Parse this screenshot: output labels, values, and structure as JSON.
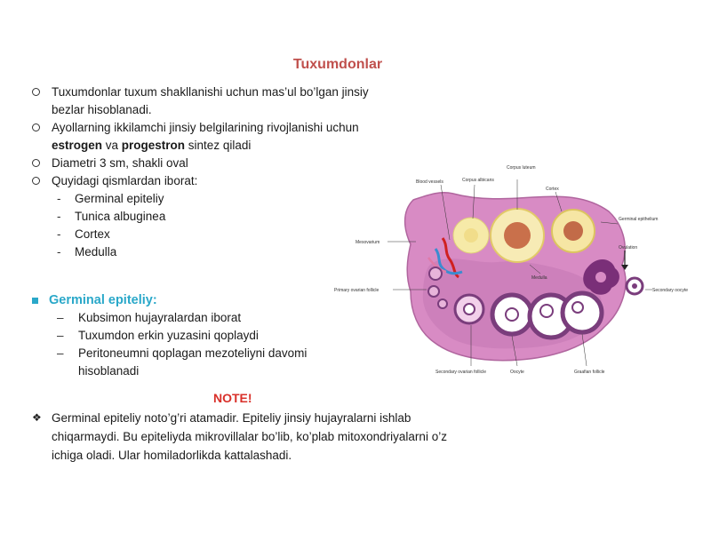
{
  "title": "Tuxumdonlar",
  "bullets": [
    "Tuxumdonlar tuxum shakllanishi uchun mas’ul bo’lgan jinsiy bezlar hisoblanadi.",
    {
      "pre": "Ayollarning ikkilamchi jinsiy belgilarining rivojlanishi uchun ",
      "b1": "estrogen",
      "mid": " va ",
      "b2": "progestron",
      "post": " sintez qiladi"
    },
    "Diametri 3 sm, shakli oval",
    "Quyidagi qismlardan iborat:"
  ],
  "parts": [
    "Germinal epiteliy",
    "Tunica albuginea",
    "Cortex",
    "Medulla"
  ],
  "section": {
    "title": "Germinal epiteliy:",
    "items": [
      "Kubsimon hujayralardan iborat",
      "Tuxumdon erkin yuzasini qoplaydi",
      "Peritoneumni qoplagan mezoteliyni davomi hisoblanadi"
    ]
  },
  "note": {
    "label": "NOTE!",
    "text": "Germinal epiteliy noto’g’ri atamadir. Epiteliy jinsiy hujayralarni ishlab chiqarmaydi. Bu epiteliyda mikrovillalar bo’lib, ko’plab mitoxondriyalarni o’z ichiga oladi. Ular homiladorlikda kattalashadi."
  },
  "diagram_labels": {
    "blood_vessels": "Blood vessels",
    "corpus_albicans": "Corpus albicans",
    "corpus_luteum": "Corpus luteum",
    "cortex": "Cortex",
    "germinal_epithelium": "Germinal epithelium",
    "ovulation": "Ovulation",
    "mesovarium": "Mesovarium",
    "medulla": "Medulla",
    "primary_follicle": "Primary ovarian follicle",
    "secondary_oocyte": "Secondary oocyte",
    "secondary_follicle": "Secondary ovarian follicle",
    "oocyte": "Oocyte",
    "graafian_follicle": "Graafian follicle"
  },
  "colors": {
    "title": "#c0504d",
    "section": "#2aa8c9",
    "note": "#d9302a",
    "ovary_tissue": "#d88bc4",
    "medulla_purple": "#7a3d7c"
  }
}
